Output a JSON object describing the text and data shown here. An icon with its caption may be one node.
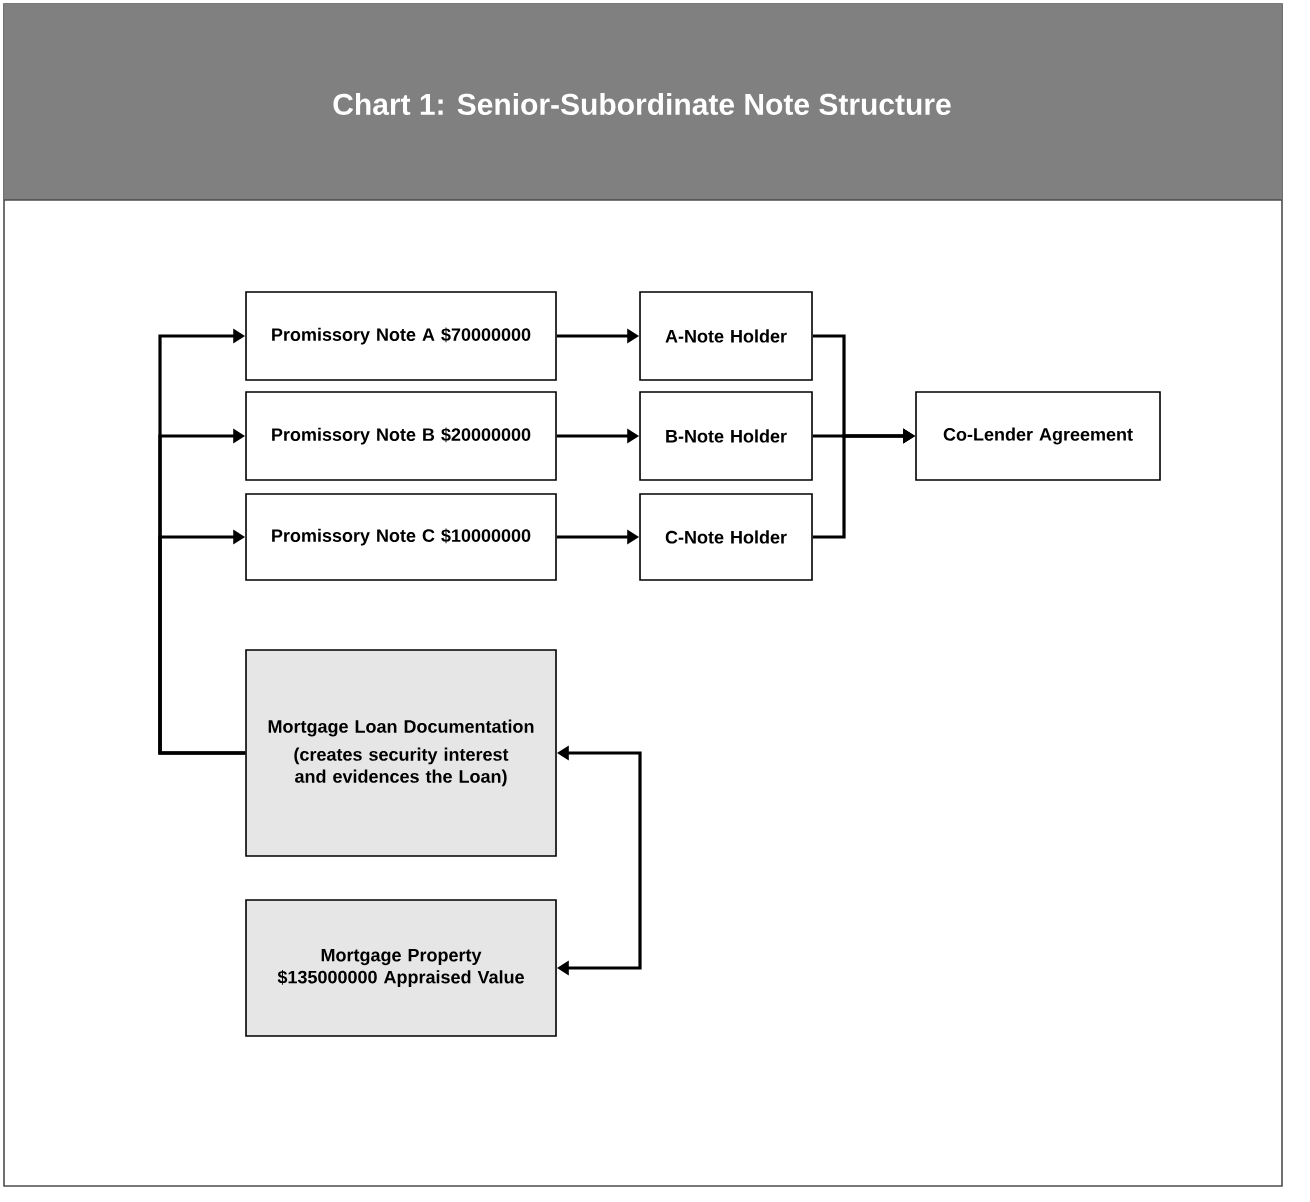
{
  "diagram": {
    "title": "Chart 1: Senior-Subordinate Note Structure",
    "nodes": [
      {
        "text": [
          "Promissory Note A $70000000"
        ]
      },
      {
        "text": [
          "Promissory Note B $20000000"
        ]
      },
      {
        "text": [
          "Promissory Note C $10000000"
        ]
      },
      {
        "text": [
          "A-Note Holder"
        ]
      },
      {
        "text": [
          "B-Note Holder"
        ]
      },
      {
        "text": [
          "C-Note Holder"
        ]
      },
      {
        "text": [
          "Co-Lender Agreement"
        ]
      },
      {
        "text": [
          "Mortgage Loan Documentation",
          "(creates security interest and evidences the Loan)"
        ]
      },
      {
        "text": [
          "Mortgage Property $135000000 Appraised Value"
        ]
      }
    ],
    "edges": [
      {
        "from": 7,
        "to": 0,
        "arrow": "to"
      },
      {
        "from": 7,
        "to": 1,
        "arrow": "to"
      },
      {
        "from": 7,
        "to": 2,
        "arrow": "to"
      },
      {
        "from": 0,
        "to": 3,
        "arrow": "to"
      },
      {
        "from": 1,
        "to": 4,
        "arrow": "to"
      },
      {
        "from": 2,
        "to": 5,
        "arrow": "to"
      },
      {
        "from": 3,
        "to": 6,
        "arrow": "to"
      },
      {
        "from": 4,
        "to": 6,
        "arrow": "to"
      },
      {
        "from": 5,
        "to": 6,
        "arrow": "to"
      },
      {
        "from": 7,
        "to": 8,
        "arrow": "both"
      }
    ]
  }
}
